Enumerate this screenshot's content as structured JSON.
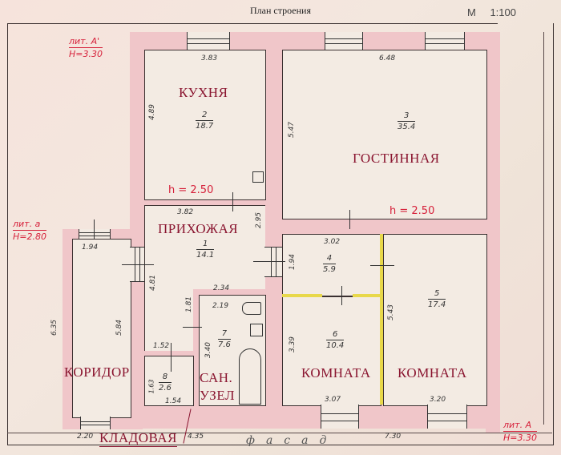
{
  "header": {
    "title": "План строения",
    "scale": "М 1:100"
  },
  "litera": [
    {
      "id": "lit_a1",
      "name": "лит. А'",
      "height": "Н=3.30"
    },
    {
      "id": "lit_a_small",
      "name": "лит. а",
      "height": "Н=2.80"
    },
    {
      "id": "lit_a",
      "name": "лит. А",
      "height": "Н=3.30"
    }
  ],
  "ceiling_heights": [
    "h = 2.50",
    "h = 2.50"
  ],
  "rooms": [
    {
      "number": "1",
      "area": "14.1",
      "name": "ПРИХОЖАЯ"
    },
    {
      "number": "2",
      "area": "18.7",
      "name": "КУХНЯ"
    },
    {
      "number": "3",
      "area": "35.4",
      "name": "ГОСТИННАЯ"
    },
    {
      "number": "4",
      "area": "5.9",
      "name": ""
    },
    {
      "number": "5",
      "area": "17.4",
      "name": "КОМНАТА"
    },
    {
      "number": "6",
      "area": "10.4",
      "name": "КОМНАТА"
    },
    {
      "number": "7",
      "area": "7.6",
      "name": "САН. УЗЕЛ"
    },
    {
      "number": "8",
      "area": "2.6",
      "name": "КЛАДОВАЯ"
    },
    {
      "number": "",
      "area": "",
      "name": "КОРИДОР"
    }
  ],
  "labels": {
    "kitchen": "КУХНЯ",
    "living": "ГОСТИННАЯ",
    "hall": "ПРИХОЖАЯ",
    "corridor": "КОРИДОР",
    "bath_1": "САН.",
    "bath_2": "УЗЕЛ",
    "storage": "КЛАДОВАЯ",
    "room_6": "КОМНАТА",
    "room_5": "КОМНАТА"
  },
  "dimensions": {
    "kitchen_width": "3.83",
    "kitchen_depth": "4.89",
    "living_width": "6.48",
    "living_depth": "5.47",
    "hall_width": "3.82",
    "hall_side": "2.95",
    "hall_depth": "4.81",
    "corridor_width": "1.94",
    "corridor_depth": "5.84",
    "corridor_outer": "6.35",
    "corridor_bottom": "2.20",
    "room4_width": "3.02",
    "room4_depth": "1.94",
    "room5_depth": "5.43",
    "room5_width": "3.20",
    "room6_depth": "3.39",
    "room6_width": "3.07",
    "bath_top": "2.34",
    "bath_inner": "2.19",
    "bath_side_small": "1.81",
    "bath_depth": "3.40",
    "storage_top": "1.52",
    "storage_bottom": "1.54",
    "storage_depth": "1.63",
    "front_left": "4.35",
    "front_right": "7.30"
  },
  "facade_label": "фасад"
}
